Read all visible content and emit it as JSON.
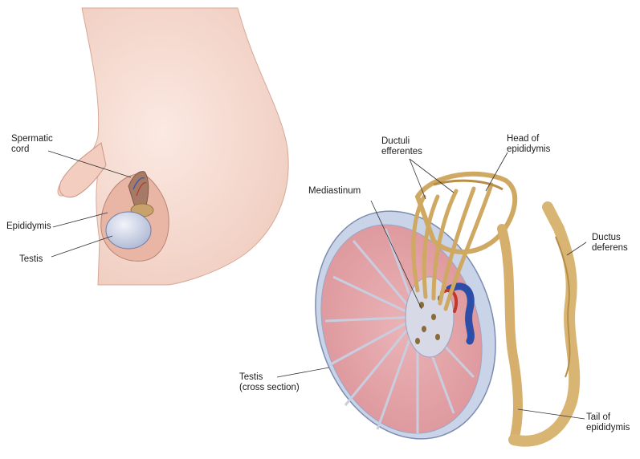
{
  "labels": {
    "spermatic_cord": "Spermatic\ncord",
    "epididymis": "Epididymis",
    "testis": "Testis",
    "ductuli_efferentes": "Ductuli\nefferentes",
    "head_of_epididymis": "Head of\nepididymis",
    "mediastinum": "Mediastinum",
    "ductus_deferens": "Ductus\ndeferens",
    "testis_cross_section": "Testis\n(cross section)",
    "tail_of_epididymis": "Tail of\nepididymis"
  },
  "colors": {
    "skin": "#f6dcd3",
    "tubule_tan": "#dcb774",
    "lobule_pink": "#e7a9ad",
    "tunica_blue": "#b7c7df",
    "vein_blue": "#2d4ea8",
    "artery_red": "#c2392c"
  }
}
